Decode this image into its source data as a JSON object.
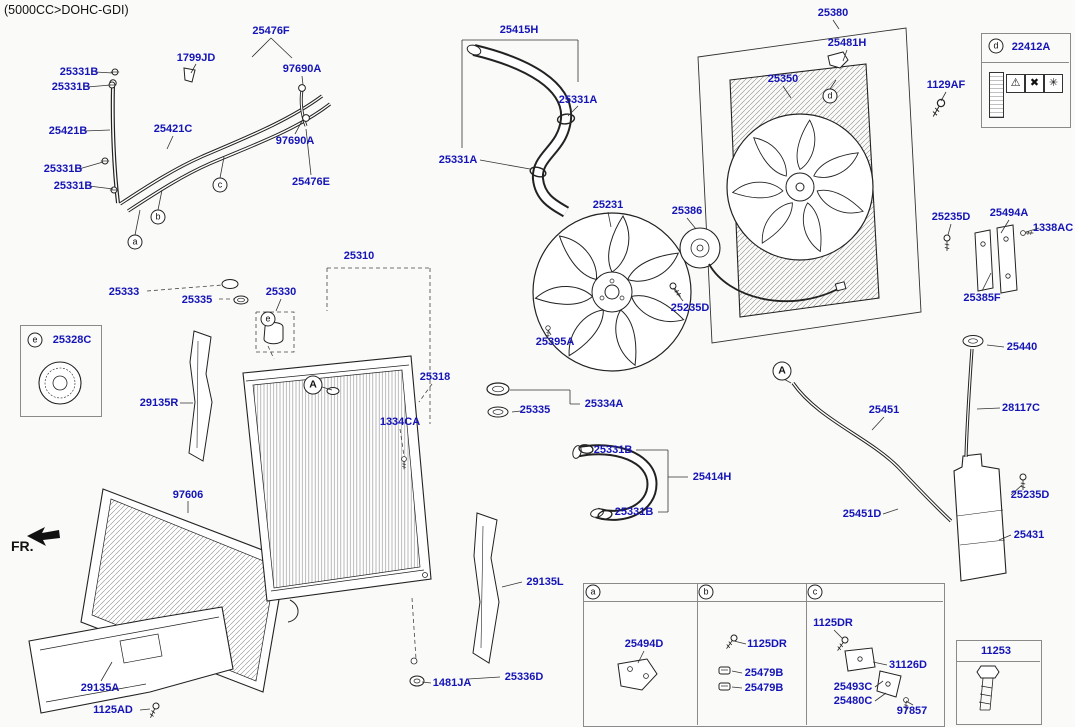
{
  "meta": {
    "title": "(5000CC>DOHC-GDI)",
    "fr_label": "FR."
  },
  "colors": {
    "label_blue": "#1414b8",
    "line": "#222222",
    "background": "#fafaf8",
    "box_border": "#8a8a8a"
  },
  "icons": {
    "fr_arrow": "left-arrow",
    "caution": [
      "⚠",
      "✖",
      "✳"
    ]
  },
  "labels": [
    {
      "text": "25476F"
    },
    {
      "text": "1799JD"
    },
    {
      "text": "97690A"
    },
    {
      "text": "25331B"
    },
    {
      "text": "25331B"
    },
    {
      "text": "25421B"
    },
    {
      "text": "25421C"
    },
    {
      "text": "25331B"
    },
    {
      "text": "25331B"
    },
    {
      "text": "97690A"
    },
    {
      "text": "25476E"
    },
    {
      "text": "25415H"
    },
    {
      "text": "25331A"
    },
    {
      "text": "25331A"
    },
    {
      "text": "25380"
    },
    {
      "text": "25481H"
    },
    {
      "text": "25350"
    },
    {
      "text": "1129AF"
    },
    {
      "text": "22412A"
    },
    {
      "text": "25231"
    },
    {
      "text": "25386"
    },
    {
      "text": "25235D"
    },
    {
      "text": "25494A"
    },
    {
      "text": "1338AC"
    },
    {
      "text": "25385F"
    },
    {
      "text": "25235D"
    },
    {
      "text": "25395A"
    },
    {
      "text": "25310"
    },
    {
      "text": "25333"
    },
    {
      "text": "25335"
    },
    {
      "text": "25330"
    },
    {
      "text": "25328C"
    },
    {
      "text": "29135R"
    },
    {
      "text": "25318"
    },
    {
      "text": "1334CA"
    },
    {
      "text": "25335"
    },
    {
      "text": "25334A"
    },
    {
      "text": "25440"
    },
    {
      "text": "28117C"
    },
    {
      "text": "25451"
    },
    {
      "text": "25331B"
    },
    {
      "text": "25414H"
    },
    {
      "text": "25331B"
    },
    {
      "text": "25451D"
    },
    {
      "text": "25235D"
    },
    {
      "text": "25431"
    },
    {
      "text": "97606"
    },
    {
      "text": "29135L"
    },
    {
      "text": "25336D"
    },
    {
      "text": "1481JA"
    },
    {
      "text": "29135A"
    },
    {
      "text": "1125AD"
    },
    {
      "text": "25494D"
    },
    {
      "text": "1125DR"
    },
    {
      "text": "25479B"
    },
    {
      "text": "25479B"
    },
    {
      "text": "1125DR"
    },
    {
      "text": "31126D"
    },
    {
      "text": "25493C"
    },
    {
      "text": "25480C"
    },
    {
      "text": "97857"
    },
    {
      "text": "11253"
    }
  ],
  "markers": [
    {
      "letter": "c"
    },
    {
      "letter": "b"
    },
    {
      "letter": "a"
    },
    {
      "letter": "e"
    },
    {
      "letter": "A"
    },
    {
      "letter": "d"
    },
    {
      "letter": "A"
    },
    {
      "letter": "d"
    },
    {
      "letter": "e"
    },
    {
      "letter": "a"
    },
    {
      "letter": "b"
    },
    {
      "letter": "c"
    }
  ]
}
